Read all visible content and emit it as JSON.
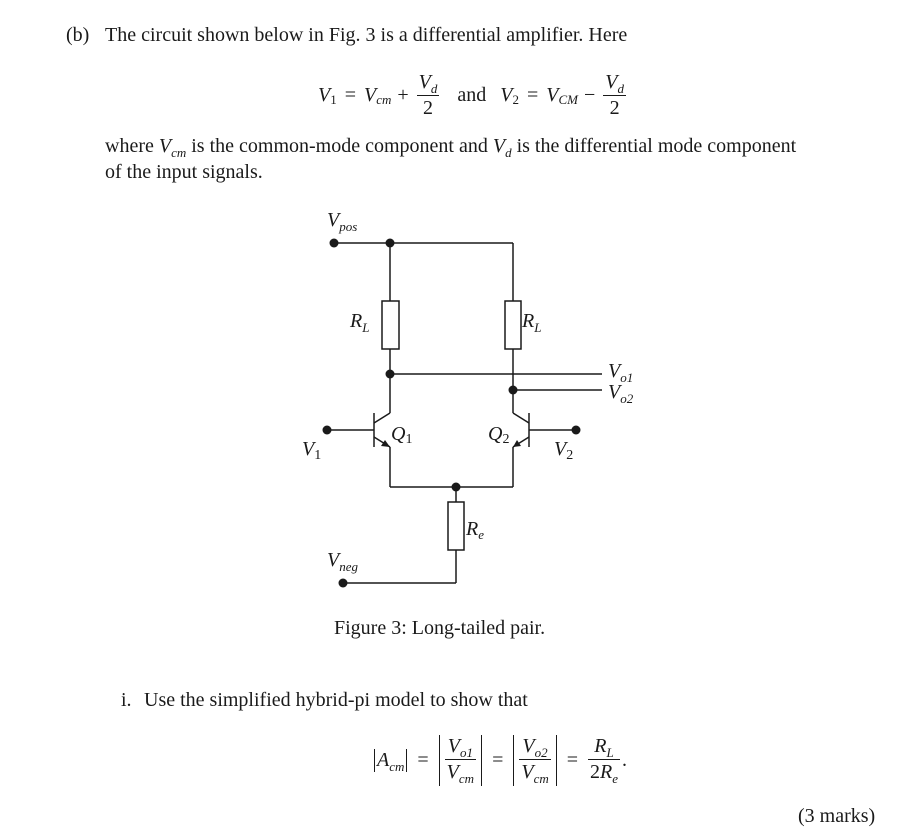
{
  "part": {
    "label": "(b)",
    "intro": "The circuit shown below in Fig. 3 is a differential amplifier. Here"
  },
  "equation1": {
    "lhs1": "V",
    "lhs1_sub": "1",
    "term1": "V",
    "term1_sub": "cm",
    "op1": "+",
    "frac_num": "V",
    "frac_num_sub": "d",
    "frac_den": "2",
    "conj": "and",
    "lhs2": "V",
    "lhs2_sub": "2",
    "term2": "V",
    "term2_sub": "CM",
    "op2": "−",
    "eq": "="
  },
  "description": {
    "line1_a": "where ",
    "vcm": "V",
    "vcm_sub": "cm",
    "line1_b": " is the common-mode component and ",
    "vd": "V",
    "vd_sub": "d",
    "line1_c": " is the differential mode component",
    "line2": "of the input signals."
  },
  "circuit": {
    "labels": {
      "vpos": "V",
      "vpos_sub": "pos",
      "vneg": "V",
      "vneg_sub": "neg",
      "rl_left": "R",
      "rl_left_sub": "L",
      "rl_right": "R",
      "rl_right_sub": "L",
      "re": "R",
      "re_sub": "e",
      "q1": "Q",
      "q1_sub": "1",
      "q2": "Q",
      "q2_sub": "2",
      "v1": "V",
      "v1_sub": "1",
      "v2": "V",
      "v2_sub": "2",
      "vo1": "V",
      "vo1_sub": "o1",
      "vo2": "V",
      "vo2_sub": "o2"
    },
    "caption": "Figure 3: Long-tailed pair."
  },
  "question": {
    "number": "i.",
    "text": "Use the simplified hybrid-pi model to show that",
    "eq": {
      "acm": "A",
      "acm_sub": "cm",
      "f1_num": "V",
      "f1_num_sub": "o1",
      "f1_den": "V",
      "f1_den_sub": "cm",
      "f2_num": "V",
      "f2_num_sub": "o2",
      "f2_den": "V",
      "f2_den_sub": "cm",
      "f3_num": "R",
      "f3_num_sub": "L",
      "f3_den_pre": "2",
      "f3_den": "R",
      "f3_den_sub": "e",
      "eq": "=",
      "end": "."
    },
    "marks": "(3 marks)"
  }
}
